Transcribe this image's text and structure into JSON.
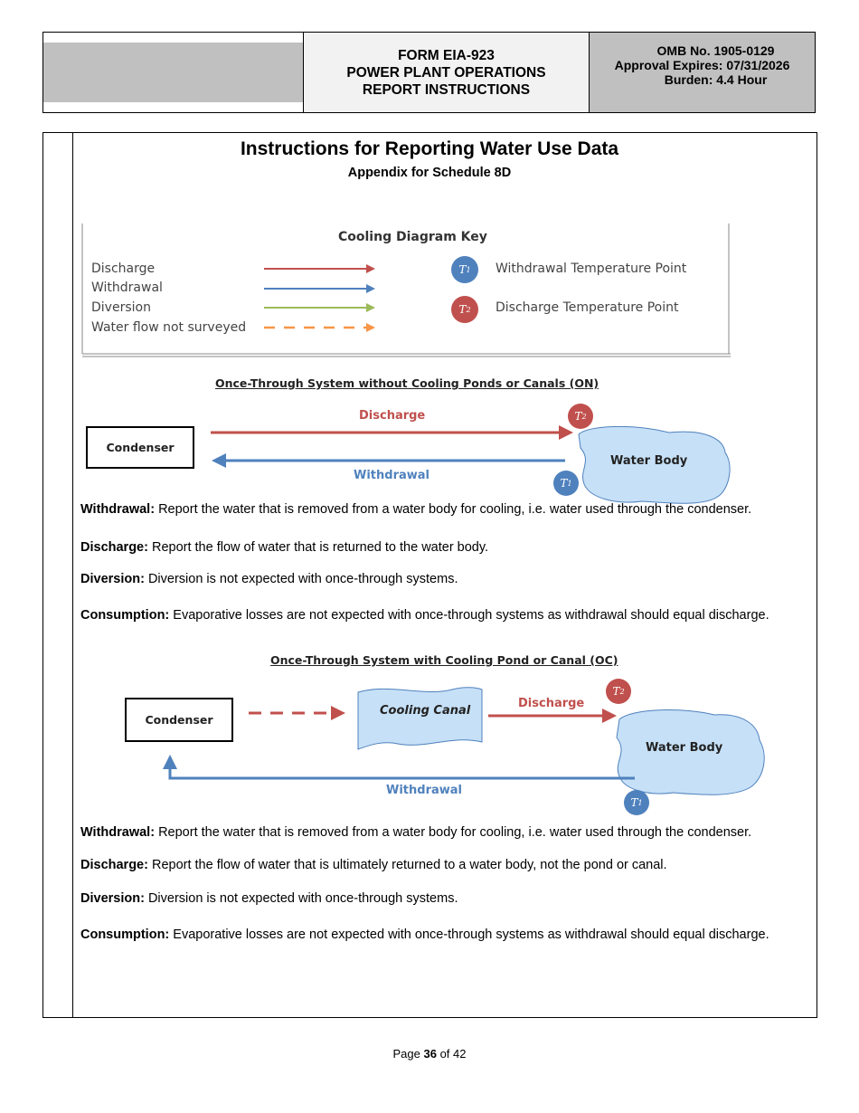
{
  "header": {
    "form_line1": "FORM EIA-923",
    "form_line2": "POWER PLANT OPERATIONS",
    "form_line3": "REPORT INSTRUCTIONS",
    "omb": "OMB No. 1905-0129",
    "expires": "Approval Expires: 07/31/2026",
    "burden": "Burden: 4.4 Hour"
  },
  "title": "Instructions for Reporting Water Use Data",
  "subtitle": "Appendix for Schedule 8D",
  "key": {
    "title": "Cooling Diagram Key",
    "items": [
      "Discharge",
      "Withdrawal",
      "Diversion",
      "Water flow not surveyed"
    ],
    "t1_label": "Withdrawal Temperature Point",
    "t2_label": "Discharge Temperature Point",
    "colors": {
      "discharge": "#c0504d",
      "withdrawal": "#4f81bd",
      "diversion": "#9bbb59",
      "not_surveyed": "#f79646"
    }
  },
  "diagram1": {
    "title": "Once-Through System without Cooling Ponds or Canals (ON)",
    "condenser": "Condenser",
    "water_body": "Water Body",
    "discharge": "Discharge",
    "withdrawal": "Withdrawal"
  },
  "section1": [
    {
      "term": "Withdrawal:",
      "text": " Report the water that is removed from a water body for cooling, i.e. water used through the condenser."
    },
    {
      "term": "Discharge:",
      "text": " Report the flow of water that is returned to the water body."
    },
    {
      "term": "Diversion:",
      "text": " Diversion is not expected with once-through systems."
    },
    {
      "term": "Consumption:",
      "text": " Evaporative losses are not expected with once-through systems as withdrawal should equal discharge."
    }
  ],
  "diagram2": {
    "title": "Once-Through System with Cooling Pond or Canal (OC)",
    "condenser": "Condenser",
    "canal": "Cooling Canal",
    "water_body": "Water Body",
    "discharge": "Discharge",
    "withdrawal": "Withdrawal"
  },
  "section2": [
    {
      "term": "Withdrawal:",
      "text": " Report the water that is removed from a water body for cooling, i.e. water used through the condenser."
    },
    {
      "term": "Discharge:",
      "text": " Report the flow of water that is ultimately returned to a water body, not the pond or canal."
    },
    {
      "term": "Diversion:",
      "text": " Diversion is not expected with once-through systems."
    },
    {
      "term": "Consumption:",
      "text": " Evaporative losses are not expected with once-through systems as withdrawal should equal discharge."
    }
  ],
  "footer": {
    "page_prefix": "Page ",
    "page": "36",
    "page_suffix": " of 42"
  }
}
